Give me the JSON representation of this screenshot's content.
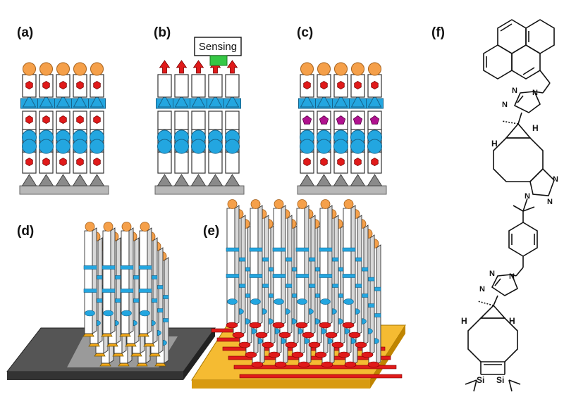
{
  "panels": {
    "a": "(a)",
    "b": "(b)",
    "c": "(c)",
    "d": "(d)",
    "e": "(e)",
    "f": "(f)"
  },
  "sensing_label": "Sensing",
  "chemistry": {
    "triazole_n": "N",
    "hydrogen": "H",
    "silicon": "Si"
  },
  "colors": {
    "orange": "#f5a04a",
    "blue": "#23a6e0",
    "red": "#e01a1a",
    "magenta": "#b0128f",
    "green": "#35c845",
    "gray_base": "#b8b8b8",
    "dark_base": "#555555",
    "gold_base": "#f5bb32"
  }
}
